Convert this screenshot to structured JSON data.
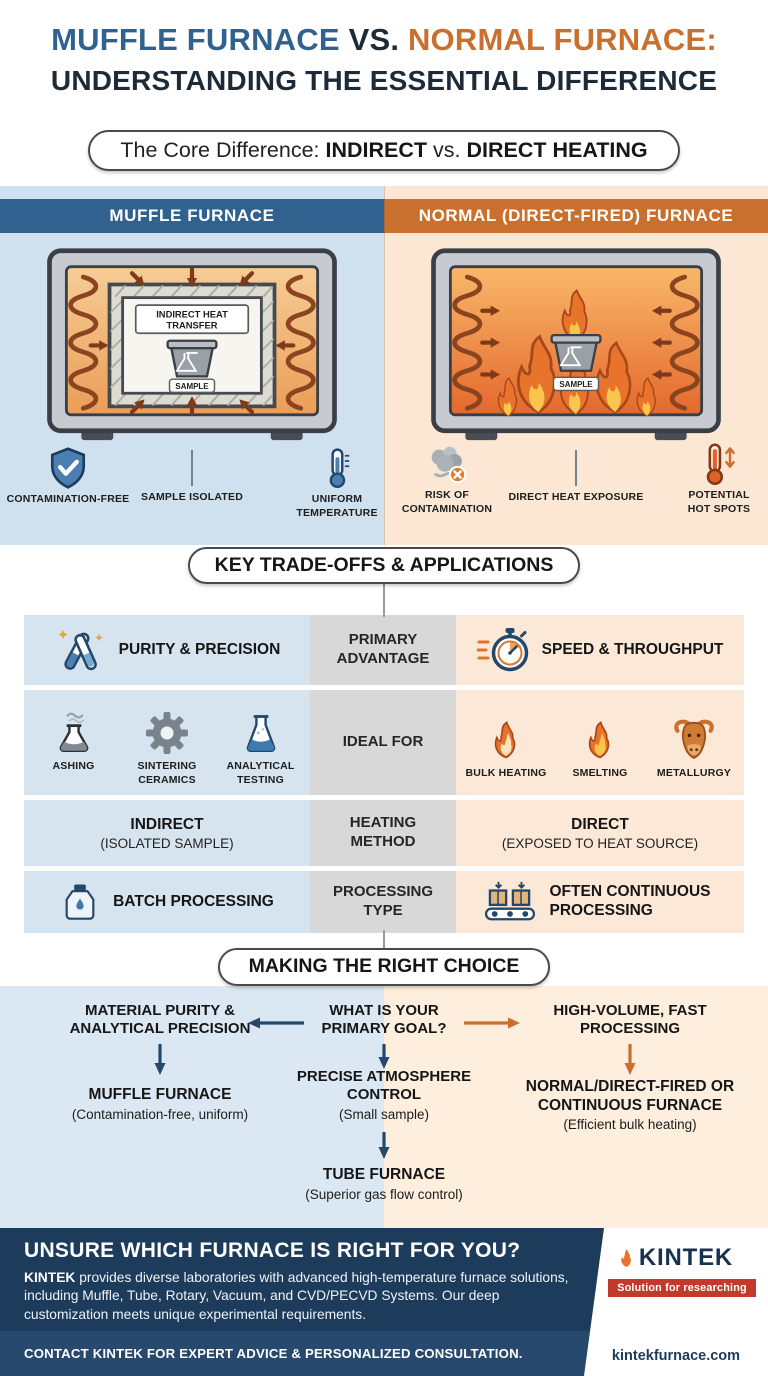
{
  "header": {
    "title_blue": "MUFFLE FURNACE",
    "title_vs": " VS. ",
    "title_orange": "NORMAL FURNACE:",
    "subtitle": "UNDERSTANDING THE ESSENTIAL DIFFERENCE"
  },
  "core_pill": {
    "lead": "The Core Difference: ",
    "indirect": "INDIRECT",
    "vs": " vs. ",
    "direct": "DIRECT HEATING"
  },
  "muffle": {
    "header": "MUFFLE FURNACE",
    "diagram": {
      "label_line1": "INDIRECT HEAT",
      "label_line2": "TRANSFER",
      "sample": "SAMPLE"
    },
    "features": [
      {
        "icon": "shield-check-icon",
        "label": "CONTAMINATION-FREE"
      },
      {
        "icon": "connector-line",
        "label": "SAMPLE ISOLATED"
      },
      {
        "icon": "thermometer-icon",
        "label": "UNIFORM TEMPERATURE"
      }
    ]
  },
  "normal": {
    "header": "NORMAL (DIRECT-FIRED) FURNACE",
    "diagram": {
      "sample": "SAMPLE"
    },
    "features": [
      {
        "icon": "smoke-contamination-icon",
        "label": "RISK OF CONTAMINATION"
      },
      {
        "icon": "connector-line",
        "label": "DIRECT HEAT EXPOSURE"
      },
      {
        "icon": "thermometer-hot-icon",
        "label": "POTENTIAL HOT SPOTS"
      }
    ]
  },
  "tradeoffs": {
    "pill": "KEY TRADE-OFFS & APPLICATIONS",
    "rows": {
      "advantage": {
        "left": "PURITY & PRECISION",
        "center": "PRIMARY ADVANTAGE",
        "right": "SPEED & THROUGHPUT"
      },
      "ideal": {
        "center": "IDEAL FOR",
        "left_items": [
          {
            "icon": "ashing-flask-icon",
            "label": "ASHING"
          },
          {
            "icon": "gear-icon",
            "label": "SINTERING CERAMICS"
          },
          {
            "icon": "analytical-flask-icon",
            "label": "ANALYTICAL TESTING"
          }
        ],
        "right_items": [
          {
            "icon": "flame-icon",
            "label": "BULK HEATING"
          },
          {
            "icon": "flame-icon",
            "label": "SMELTING"
          },
          {
            "icon": "bull-icon",
            "label": "METALLURGY"
          }
        ]
      },
      "heating": {
        "center": "HEATING METHOD",
        "left_main": "INDIRECT",
        "left_sub": "(ISOLATED SAMPLE)",
        "right_main": "DIRECT",
        "right_sub": "(EXPOSED TO HEAT SOURCE)"
      },
      "processing": {
        "left": "BATCH PROCESSING",
        "center": "PROCESSING TYPE",
        "right": "OFTEN CONTINUOUS PROCESSING"
      }
    }
  },
  "choice": {
    "pill": "MAKING THE RIGHT CHOICE",
    "question": "WHAT IS YOUR PRIMARY GOAL?",
    "left": {
      "condition": "MATERIAL PURITY & ANALYTICAL PRECISION",
      "result": "MUFFLE FURNACE",
      "result_sub": "(Contamination-free, uniform)"
    },
    "middle": {
      "condition": "PRECISE ATMOSPHERE CONTROL",
      "condition_sub": "(Small sample)",
      "result": "TUBE FURNACE",
      "result_sub": "(Superior gas flow control)"
    },
    "right": {
      "condition": "HIGH-VOLUME, FAST PROCESSING",
      "result": "NORMAL/DIRECT-FIRED OR CONTINUOUS FURNACE",
      "result_sub": "(Efficient bulk heating)"
    }
  },
  "footer": {
    "heading": "UNSURE WHICH FURNACE IS RIGHT FOR YOU?",
    "brand": "KINTEK",
    "body": " provides diverse laboratories with advanced high-temperature furnace solutions, including Muffle, Tube, Rotary, Vacuum, and CVD/PECVD Systems. Our deep customization meets unique experimental requirements.",
    "cta": "CONTACT KINTEK FOR EXPERT ADVICE & PERSONALIZED CONSULTATION.",
    "logo": "KINTEK",
    "tagline": "Solution for researching",
    "website": "kintekfurnace.com"
  },
  "colors": {
    "blue": "#31618f",
    "orange": "#c9702e",
    "light_blue": "#cfe0ee",
    "light_peach": "#fbe7d3",
    "navy": "#1d3c5c",
    "gray_cell": "#d8d8d8",
    "red_banner": "#c23b2a"
  }
}
